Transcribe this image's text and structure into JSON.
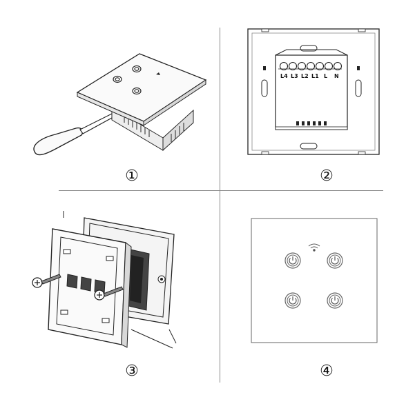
{
  "steps": [
    {
      "label": "①",
      "description_name": "pry-open-panel"
    },
    {
      "label": "②",
      "description_name": "wiring-back-view"
    },
    {
      "label": "③",
      "description_name": "screw-mounting"
    },
    {
      "label": "④",
      "description_name": "front-view"
    }
  ],
  "terminals": [
    "L4",
    "L3",
    "L2",
    "L1",
    "L",
    "N"
  ],
  "icons": {
    "power": "power-icon",
    "wifi": "wifi-icon",
    "screw": "screw-icon",
    "screwdriver": "screwdriver-icon"
  },
  "colors": {
    "line": "#222222",
    "light_line": "#888888",
    "fill": "#f2f2f2",
    "dark_fill": "#555555"
  }
}
